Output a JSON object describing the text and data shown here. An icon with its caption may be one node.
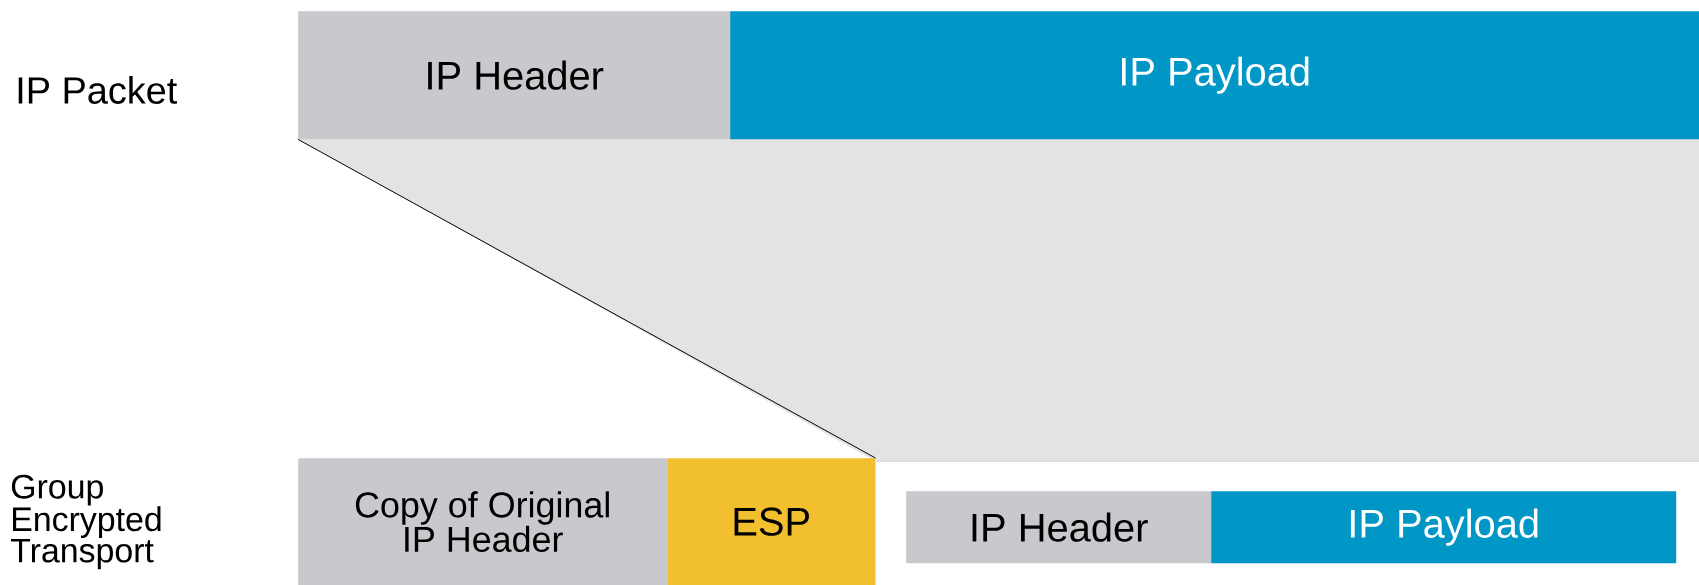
{
  "diagram": {
    "nodes": [
      {
        "text": [
          "IP Header"
        ]
      },
      {
        "text": [
          "IP Payload"
        ]
      },
      {
        "text": [
          "Copy of Original IP Header"
        ]
      },
      {
        "text": [
          "ESP"
        ]
      },
      {
        "text": [],
        "shape": "box"
      },
      {
        "text": [
          "IP Header"
        ],
        "in": 4
      },
      {
        "text": [
          "IP Payload"
        ],
        "in": 4
      }
    ],
    "edges": [
      {
        "from": 0,
        "to": 3,
        "arrow": "none"
      }
    ],
    "labels": [
      "IP Packet",
      "Group Encrypted Transport"
    ]
  }
}
